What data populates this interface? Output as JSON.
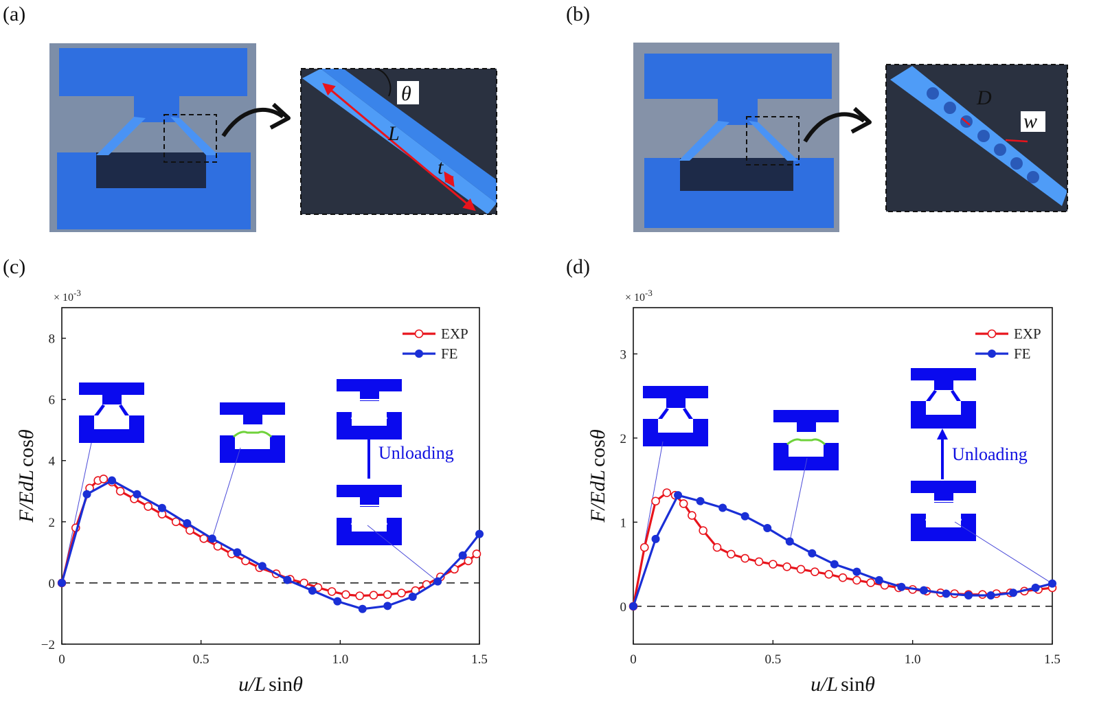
{
  "panel_labels": {
    "a": "(a)",
    "b": "(b)",
    "c": "(c)",
    "d": "(d)"
  },
  "photo_a": {
    "theta": "θ",
    "L": "L",
    "t": "t"
  },
  "photo_b": {
    "D": "D",
    "w": "w"
  },
  "colors": {
    "exp": "#e8141c",
    "fe": "#1a2fd6",
    "inset": "#0a0aee",
    "photo_bg": "#2a3140",
    "part": "#2f6fe0"
  },
  "chart_data": [
    {
      "type": "line",
      "panel": "(c)",
      "xlabel": {
        "a": "u",
        "b": "/L",
        "c": "sin",
        "d": "θ"
      },
      "ylabel": {
        "a": "F",
        "b": "/EdL",
        "c": "cos",
        "d": "θ"
      },
      "multiplier": "× 10",
      "multiplier_exp": "-3",
      "xlim": [
        0,
        1.5
      ],
      "ylim": [
        -2,
        9
      ],
      "xticks": [
        "0",
        "0.5",
        "1.0",
        "1.5"
      ],
      "xtick_values": [
        0,
        0.5,
        1.0,
        1.5
      ],
      "yticks": [
        "−2",
        "0",
        "2",
        "4",
        "6",
        "8"
      ],
      "ytick_values": [
        -2,
        0,
        2,
        4,
        6,
        8
      ],
      "legend": [
        "EXP",
        "FE"
      ],
      "legend_position": "top-right",
      "annotation": "Unloading",
      "reference_line": 0,
      "series": [
        {
          "name": "EXP",
          "marker": "open-circle",
          "x": [
            0,
            0.05,
            0.1,
            0.13,
            0.15,
            0.18,
            0.21,
            0.26,
            0.31,
            0.36,
            0.41,
            0.46,
            0.51,
            0.56,
            0.61,
            0.66,
            0.71,
            0.77,
            0.82,
            0.87,
            0.92,
            0.97,
            1.02,
            1.07,
            1.12,
            1.17,
            1.22,
            1.27,
            1.31,
            1.36,
            1.41,
            1.46,
            1.49
          ],
          "y": [
            0,
            1.8,
            3.1,
            3.35,
            3.4,
            3.3,
            3.0,
            2.75,
            2.5,
            2.25,
            2.0,
            1.72,
            1.45,
            1.2,
            0.95,
            0.72,
            0.5,
            0.3,
            0.12,
            0.0,
            -0.15,
            -0.28,
            -0.38,
            -0.42,
            -0.4,
            -0.38,
            -0.33,
            -0.25,
            -0.05,
            0.2,
            0.45,
            0.72,
            0.95
          ]
        },
        {
          "name": "FE",
          "marker": "filled-circle",
          "x": [
            0,
            0.09,
            0.18,
            0.27,
            0.36,
            0.45,
            0.54,
            0.63,
            0.72,
            0.81,
            0.9,
            0.99,
            1.08,
            1.17,
            1.26,
            1.35,
            1.44,
            1.5
          ],
          "y": [
            0,
            2.9,
            3.35,
            2.9,
            2.45,
            1.95,
            1.45,
            1.0,
            0.55,
            0.1,
            -0.25,
            -0.6,
            -0.85,
            -0.75,
            -0.45,
            0.05,
            0.9,
            1.6
          ]
        }
      ]
    },
    {
      "type": "line",
      "panel": "(d)",
      "xlabel": {
        "a": "u",
        "b": "/L",
        "c": "sin",
        "d": "θ"
      },
      "ylabel": {
        "a": "F",
        "b": "/EdL",
        "c": "cos",
        "d": "θ"
      },
      "multiplier": "× 10",
      "multiplier_exp": "-3",
      "xlim": [
        0,
        1.5
      ],
      "ylim": [
        -0.45,
        3.55
      ],
      "xticks": [
        "0",
        "0.5",
        "1.0",
        "1.5"
      ],
      "xtick_values": [
        0,
        0.5,
        1.0,
        1.5
      ],
      "yticks": [
        "0",
        "1",
        "2",
        "3"
      ],
      "ytick_values": [
        0,
        1,
        2,
        3
      ],
      "legend": [
        "EXP",
        "FE"
      ],
      "legend_position": "top-right",
      "annotation": "Unloading",
      "reference_line": 0,
      "series": [
        {
          "name": "EXP",
          "marker": "open-circle",
          "x": [
            0,
            0.04,
            0.08,
            0.12,
            0.15,
            0.18,
            0.21,
            0.25,
            0.3,
            0.35,
            0.4,
            0.45,
            0.5,
            0.55,
            0.6,
            0.65,
            0.7,
            0.75,
            0.8,
            0.85,
            0.9,
            0.95,
            1.0,
            1.05,
            1.1,
            1.15,
            1.2,
            1.25,
            1.3,
            1.35,
            1.4,
            1.45,
            1.5
          ],
          "y": [
            0,
            0.7,
            1.25,
            1.35,
            1.32,
            1.22,
            1.08,
            0.9,
            0.7,
            0.62,
            0.57,
            0.53,
            0.5,
            0.47,
            0.44,
            0.41,
            0.38,
            0.34,
            0.31,
            0.28,
            0.25,
            0.22,
            0.2,
            0.18,
            0.16,
            0.15,
            0.14,
            0.14,
            0.15,
            0.16,
            0.18,
            0.2,
            0.22
          ]
        },
        {
          "name": "FE",
          "marker": "filled-circle",
          "x": [
            0,
            0.08,
            0.16,
            0.24,
            0.32,
            0.4,
            0.48,
            0.56,
            0.64,
            0.72,
            0.8,
            0.88,
            0.96,
            1.04,
            1.12,
            1.2,
            1.28,
            1.36,
            1.44,
            1.5
          ],
          "y": [
            0,
            0.8,
            1.32,
            1.25,
            1.17,
            1.07,
            0.93,
            0.77,
            0.63,
            0.5,
            0.41,
            0.31,
            0.23,
            0.19,
            0.15,
            0.13,
            0.13,
            0.16,
            0.22,
            0.27
          ]
        }
      ]
    }
  ]
}
